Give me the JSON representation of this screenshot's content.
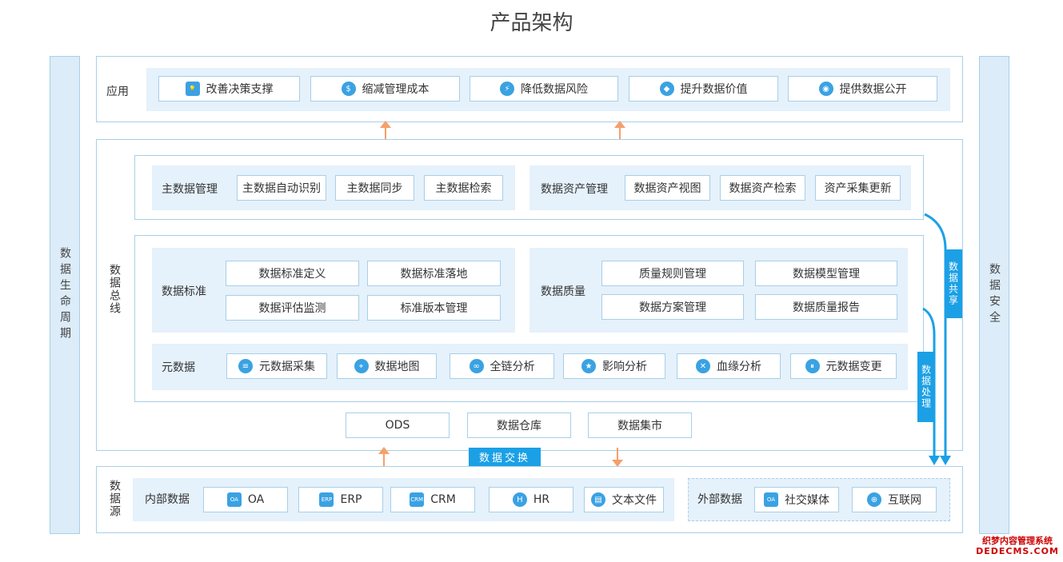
{
  "title": "产品架构",
  "left_side": "数据生命周期",
  "right_side": "数据安全",
  "app": {
    "label": "应用",
    "items": [
      {
        "label": "改善决策支撑",
        "icon": "bulb-icon",
        "glyph": "💡"
      },
      {
        "label": "缩减管理成本",
        "icon": "piggy-bank-icon",
        "glyph": "$"
      },
      {
        "label": "降低数据风险",
        "icon": "shield-icon",
        "glyph": "⚡"
      },
      {
        "label": "提升数据价值",
        "icon": "diamond-icon",
        "glyph": "◆"
      },
      {
        "label": "提供数据公开",
        "icon": "eye-icon",
        "glyph": "◉"
      }
    ]
  },
  "bus": {
    "label": "数据总线",
    "master": {
      "label": "主数据管理",
      "items": [
        "主数据自动识别",
        "主数据同步",
        "主数据检索"
      ]
    },
    "asset": {
      "label": "数据资产管理",
      "items": [
        "数据资产视图",
        "数据资产检索",
        "资产采集更新"
      ]
    },
    "standard": {
      "label": "数据标准",
      "items": [
        "数据标准定义",
        "数据标准落地",
        "数据评估监测",
        "标准版本管理"
      ]
    },
    "quality": {
      "label": "数据质量",
      "items": [
        "质量规则管理",
        "数据模型管理",
        "数据方案管理",
        "数据质量报告"
      ]
    },
    "meta": {
      "label": "元数据",
      "items": [
        {
          "label": "元数据采集",
          "icon": "database-icon",
          "glyph": "≡"
        },
        {
          "label": "数据地图",
          "icon": "map-icon",
          "glyph": "⌖"
        },
        {
          "label": "全链分析",
          "icon": "link-icon",
          "glyph": "∞"
        },
        {
          "label": "影响分析",
          "icon": "medal-icon",
          "glyph": "★"
        },
        {
          "label": "血缘分析",
          "icon": "dna-icon",
          "glyph": "✕"
        },
        {
          "label": "元数据变更",
          "icon": "pause-icon",
          "glyph": "⏸"
        }
      ]
    },
    "storage": [
      "ODS",
      "数据仓库",
      "数据集市"
    ]
  },
  "flows": {
    "share": "数据共享",
    "process": "数据处理",
    "exchange": "数据交换"
  },
  "source": {
    "label": "数据源",
    "internal": {
      "label": "内部数据",
      "items": [
        {
          "label": "OA",
          "icon": "oa-icon",
          "glyph": "OA"
        },
        {
          "label": "ERP",
          "icon": "erp-icon",
          "glyph": "ERP"
        },
        {
          "label": "CRM",
          "icon": "crm-icon",
          "glyph": "CRM"
        },
        {
          "label": "HR",
          "icon": "hr-icon",
          "glyph": "H"
        },
        {
          "label": "文本文件",
          "icon": "file-icon",
          "glyph": "▤"
        }
      ]
    },
    "external": {
      "label": "外部数据",
      "items": [
        {
          "label": "社交媒体",
          "icon": "social-icon",
          "glyph": "OA"
        },
        {
          "label": "互联网",
          "icon": "globe-icon",
          "glyph": "⊕"
        }
      ]
    }
  },
  "watermark": [
    "织梦内容管理系统",
    "DEDECMS.COM"
  ],
  "colors": {
    "accent": "#1ba0e6",
    "arrow": "#f5a06a",
    "border": "#a8cfe8",
    "band": "#e5f1fb"
  }
}
